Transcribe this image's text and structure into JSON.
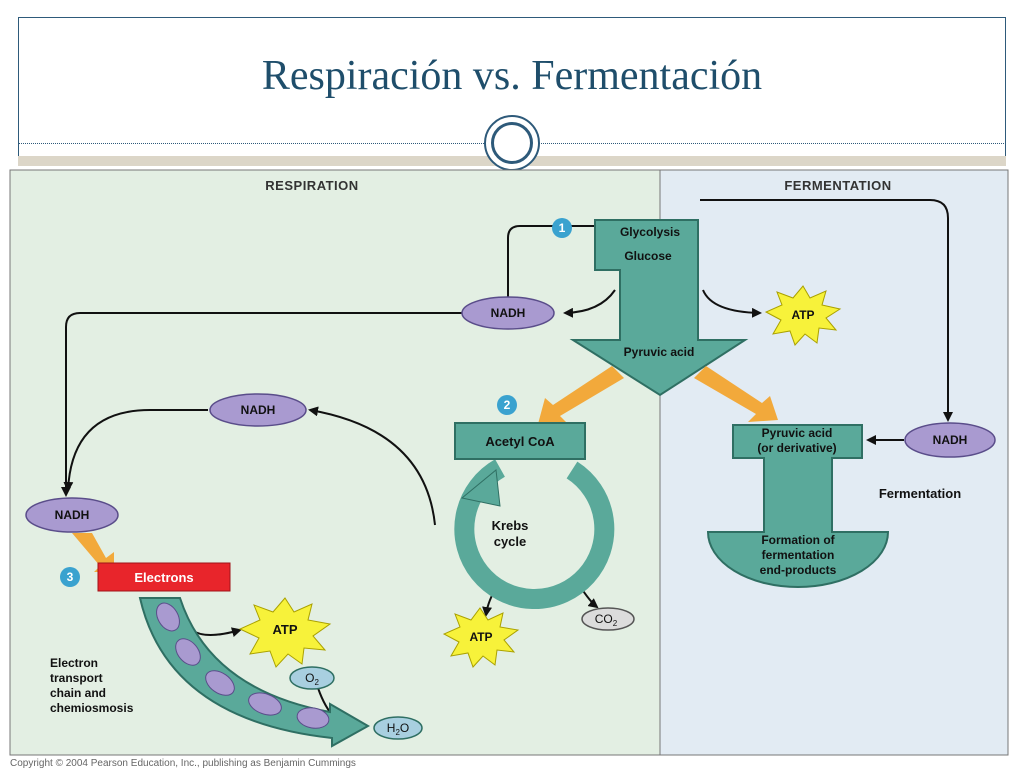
{
  "slide": {
    "title": "Respiración vs. Fermentación"
  },
  "diagram": {
    "section_respiration": "RESPIRATION",
    "section_fermentation": "FERMENTATION",
    "steps": [
      "1",
      "2",
      "3"
    ],
    "glycolysis": "Glycolysis",
    "glucose": "Glucose",
    "pyruvic_acid": "Pyruvic acid",
    "acetyl_coa": "Acetyl CoA",
    "krebs_line1": "Krebs",
    "krebs_line2": "cycle",
    "nadh": "NADH",
    "atp": "ATP",
    "co2": "CO",
    "co2_sub": "2",
    "o2": "O",
    "o2_sub": "2",
    "h2o_h": "H",
    "h2o_sub": "2",
    "h2o_o": "O",
    "electrons": "Electrons",
    "etc_lines": [
      "Electron",
      "transport",
      "chain and",
      "chemiosmosis"
    ],
    "pyruvic_derivative_line1": "Pyruvic acid",
    "pyruvic_derivative_line2": "(or derivative)",
    "fermentation_label": "Fermentation",
    "endproducts_lines": [
      "Formation of",
      "fermentation",
      "end-products"
    ],
    "copyright": "Copyright © 2004 Pearson Education, Inc., publishing as Benjamin Cummings"
  },
  "colors": {
    "title": "#1f4e6b",
    "respiration_bg": "#e3efe3",
    "fermentation_bg": "#e2ebf3",
    "teal": "#5aa99a",
    "teal_stroke": "#2f6f63",
    "nadh_fill": "#a99ad0",
    "atp_fill": "#f7f23a",
    "electrons_red": "#e8252b",
    "orange_arrow": "#f2a93b",
    "step_blue": "#3aa2cf"
  }
}
